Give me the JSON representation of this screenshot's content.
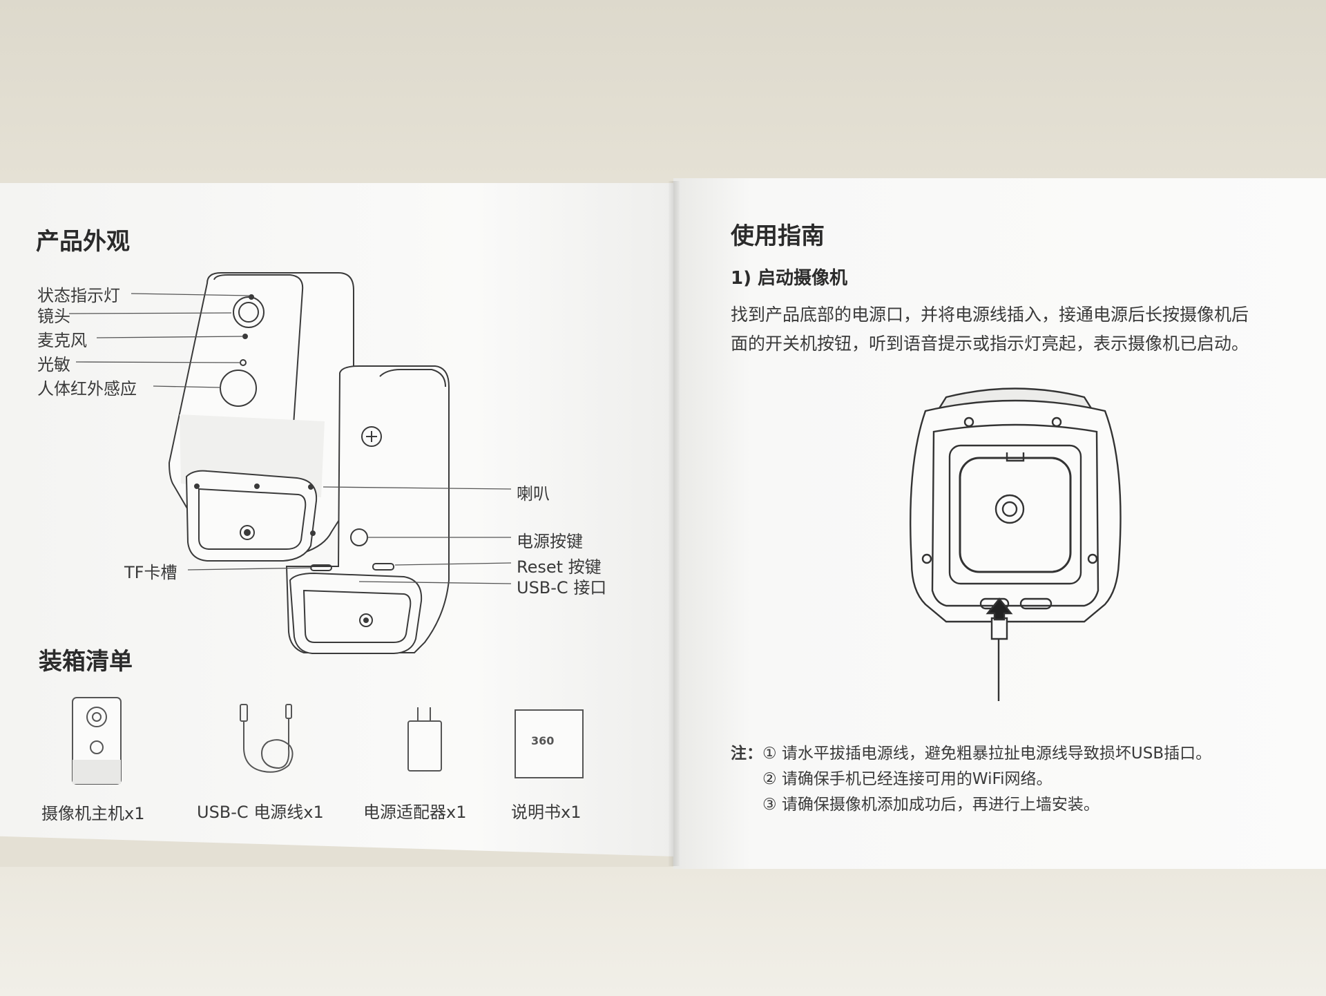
{
  "left_page": {
    "appearance_title": "产品外观",
    "callouts": {
      "status_light": "状态指示灯",
      "lens": "镜头",
      "microphone": "麦克风",
      "light_sensor": "光敏",
      "pir_sensor": "人体红外感应",
      "speaker": "喇叭",
      "power_button": "电源按键",
      "tf_slot": "TF卡槽",
      "reset_button": "Reset 按键",
      "usbc_port": "USB-C 接口"
    },
    "box_title": "装箱清单",
    "box_items": [
      {
        "label": "摄像机主机x1",
        "icon": "camera-icon"
      },
      {
        "label": "USB-C 电源线x1",
        "icon": "cable-icon"
      },
      {
        "label": "电源适配器x1",
        "icon": "adapter-icon"
      },
      {
        "label": "说明书x1",
        "icon": "manual-icon"
      }
    ],
    "manual_logo": "360"
  },
  "right_page": {
    "guide_title": "使用指南",
    "step1_title": "1) 启动摄像机",
    "step1_line1": "找到产品底部的电源口，并将电源线插入，接通电源后长按摄像机后",
    "step1_line2": "面的开关机按钮，听到语音提示或指示灯亮起，表示摄像机已启动。",
    "notes_label": "注：",
    "notes": [
      "① 请水平拔插电源线，避免粗暴拉扯电源线导致损坏USB插口。",
      "② 请确保手机已经连接可用的WiFi网络。",
      "③ 请确保摄像机添加成功后，再进行上墙安装。"
    ]
  }
}
